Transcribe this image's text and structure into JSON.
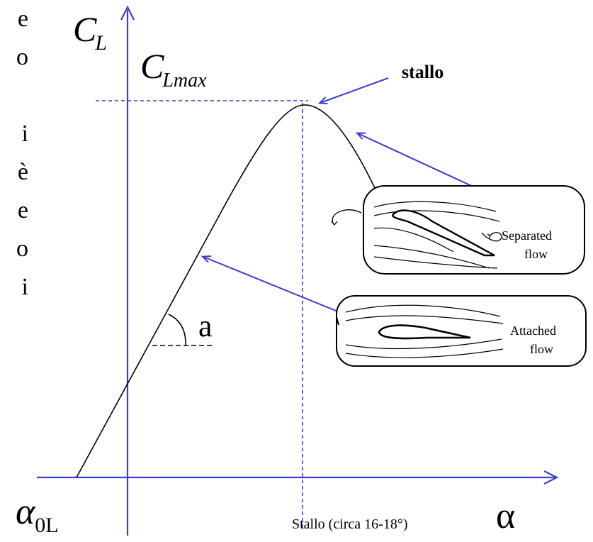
{
  "left_fragments": [
    "e",
    "o",
    "i",
    "è",
    "e",
    "o",
    "i"
  ],
  "axes": {
    "y_label": "C",
    "y_label_sub": "L",
    "x_label": "α"
  },
  "labels": {
    "cl_max": "C",
    "cl_max_sub": "Lmax",
    "stall_arrow": "stallo",
    "slope": "a",
    "alpha0": "α",
    "alpha0_sub": "0L",
    "stall_angle": "Stallo (circa 16-18°)"
  },
  "insets": {
    "separated": [
      "Separated",
      "flow"
    ],
    "attached": [
      "Attached",
      "flow"
    ]
  },
  "colors": {
    "axis": "#3b3bd6",
    "curve": "#000000",
    "dashed": "#3b3bd6"
  }
}
